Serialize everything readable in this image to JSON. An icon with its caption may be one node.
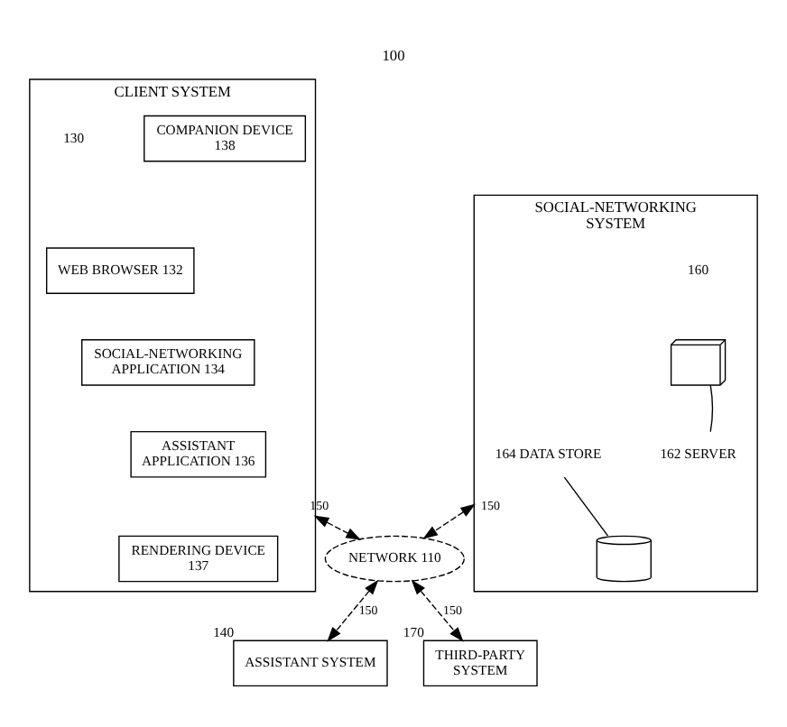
{
  "diagram": {
    "title": "100",
    "nodes": [
      {
        "text": [
          "SOCIAL-NETWORKING SYSTEM"
        ],
        "beside": [
          "160"
        ]
      },
      {
        "text": [],
        "shape": "box",
        "in": 0
      },
      {
        "text": [
          "162 SERVER"
        ],
        "in": 0
      },
      {
        "text": [],
        "shape": "cylinder",
        "in": 0
      },
      {
        "text": [
          "164 DATA STORE"
        ],
        "in": 0
      },
      {
        "text": [
          "CLIENT SYSTEM"
        ],
        "beside": [
          "130"
        ]
      },
      {
        "text": [
          "WEB BROWSER 132"
        ],
        "in": 5
      },
      {
        "text": [
          "SOCIAL-NETWORKING APPLICATION 134"
        ],
        "in": 5
      },
      {
        "text": [
          "ASSISTANT APPLICATION 136"
        ],
        "in": 5
      },
      {
        "text": [
          "RENDERING DEVICE 137"
        ],
        "in": 5
      },
      {
        "text": [
          "COMPANION DEVICE 138"
        ],
        "in": 5
      },
      {
        "text": [
          "NETWORK 110"
        ]
      },
      {
        "text": [
          "ASSISTANT SYSTEM"
        ],
        "beside": [
          "140"
        ]
      },
      {
        "text": [
          "THIRD-PARTY SYSTEM"
        ],
        "beside": [
          "170"
        ]
      }
    ],
    "edges": [
      {
        "from": 2,
        "to": 1,
        "arrow": "none"
      },
      {
        "from": 4,
        "to": 3,
        "arrow": "none"
      },
      {
        "from": 0,
        "to": 11,
        "arrow": "both",
        "label": "150",
        "style": "dashed"
      },
      {
        "from": 5,
        "to": 11,
        "arrow": "both",
        "label": "150",
        "style": "dashed"
      },
      {
        "from": 11,
        "to": 12,
        "arrow": "both",
        "label": "150",
        "style": "dashed"
      },
      {
        "from": 11,
        "to": 13,
        "arrow": "both",
        "label": "150",
        "style": "dashed"
      }
    ]
  }
}
